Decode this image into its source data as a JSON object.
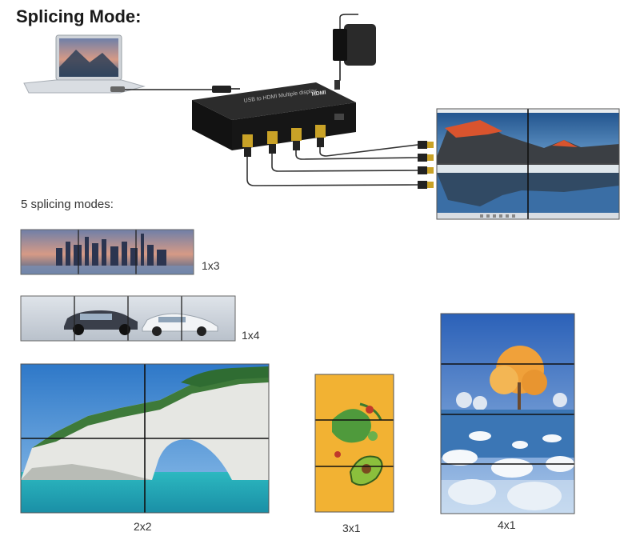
{
  "header": {
    "title": "Splicing Mode:"
  },
  "device": {
    "label_top": "HDMI",
    "label_text": "USB to HDMI Multiple display"
  },
  "section": {
    "subtitle": "5 splicing modes:"
  },
  "modes": [
    {
      "label": "1x3"
    },
    {
      "label": "1x4"
    },
    {
      "label": "2x2"
    },
    {
      "label": "3x1"
    },
    {
      "label": "4x1"
    }
  ],
  "colors": {
    "sky_blue": "#3a86c8",
    "sunset_orange": "#e07a3c",
    "water_teal": "#2ab0b8",
    "panel_yellow": "#f2b233",
    "device_black": "#161616"
  }
}
